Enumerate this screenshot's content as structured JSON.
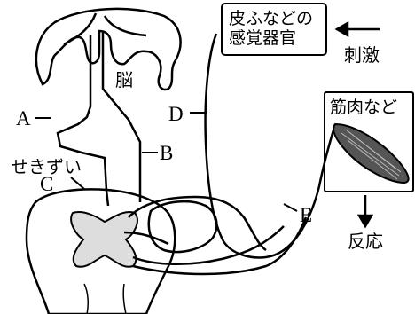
{
  "labels": {
    "brain": "脳",
    "spinal_cord": "せきずい",
    "skin_organ": "皮ふなどの感覚器官",
    "stimulus": "刺激",
    "muscle": "筋肉など",
    "response": "反応",
    "A": "A",
    "B": "B",
    "C": "C",
    "D": "D",
    "E": "E"
  }
}
